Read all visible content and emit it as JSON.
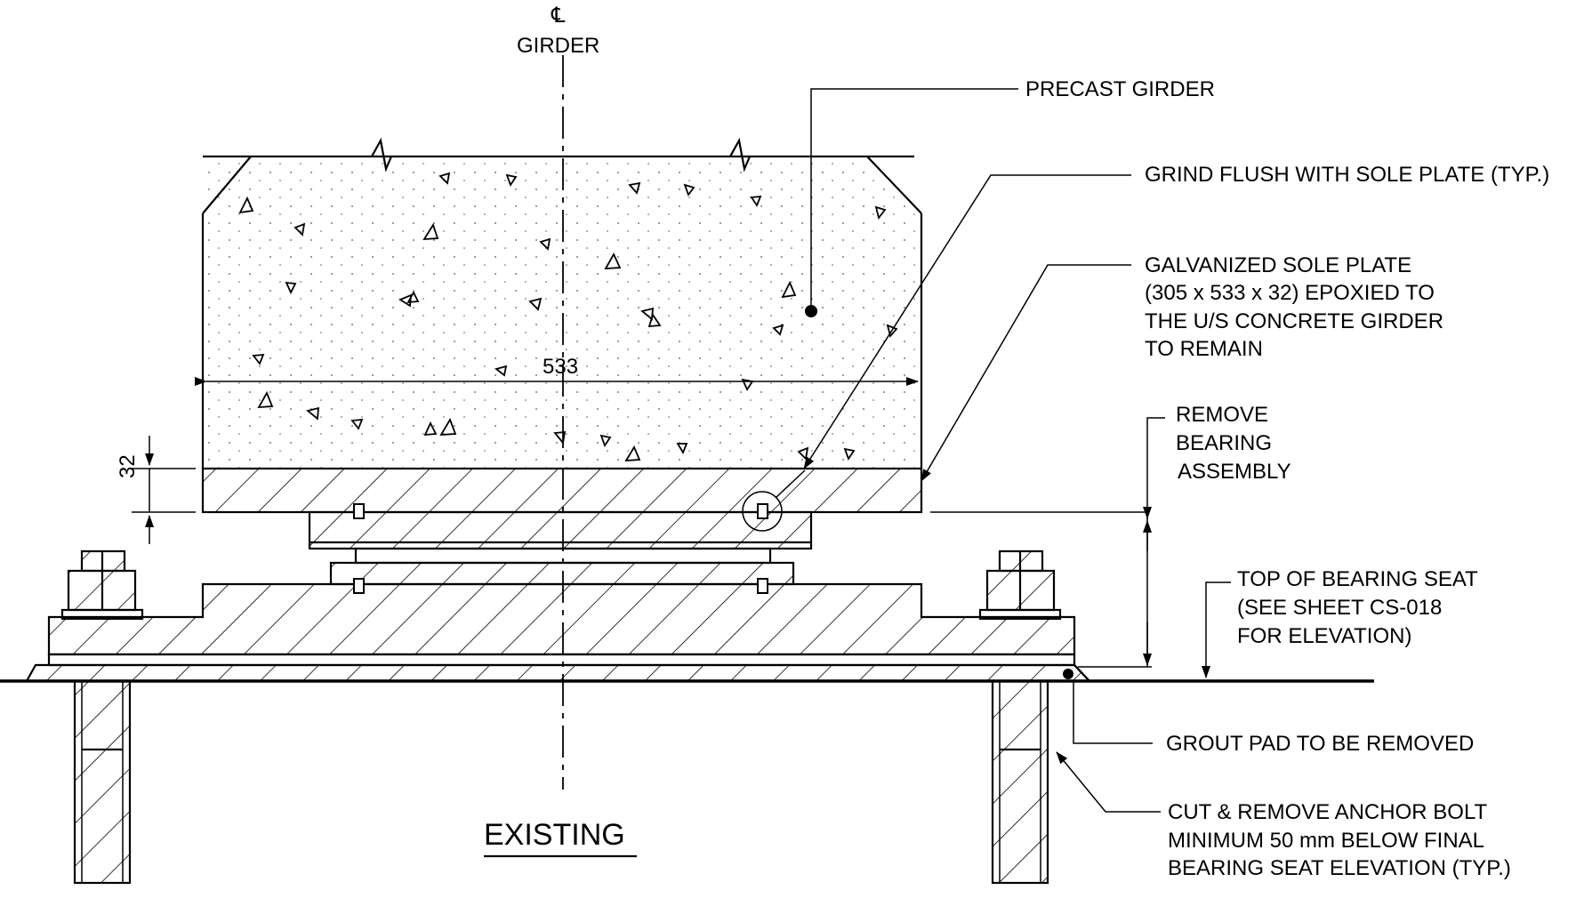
{
  "centerline": {
    "symbol": "℄",
    "label": "GIRDER"
  },
  "title": "EXISTING",
  "dimensions": {
    "width": "533",
    "plate_thickness": "32"
  },
  "callouts": {
    "precast_girder": "PRECAST GIRDER",
    "grind_flush": "GRIND FLUSH WITH SOLE PLATE (TYP.)",
    "sole_plate": [
      "GALVANIZED SOLE PLATE",
      "(305 x 533 x 32) EPOXIED TO",
      "THE U/S CONCRETE GIRDER",
      "TO REMAIN"
    ],
    "remove_bearing": [
      "REMOVE",
      "BEARING",
      "ASSEMBLY"
    ],
    "top_bearing_seat": [
      "TOP OF BEARING SEAT",
      "(SEE SHEET CS-018",
      "FOR ELEVATION)"
    ],
    "grout_pad": "GROUT PAD TO BE REMOVED",
    "anchor_bolt": [
      "CUT & REMOVE ANCHOR BOLT",
      "MINIMUM 50 mm BELOW FINAL",
      "BEARING SEAT ELEVATION (TYP.)"
    ]
  }
}
